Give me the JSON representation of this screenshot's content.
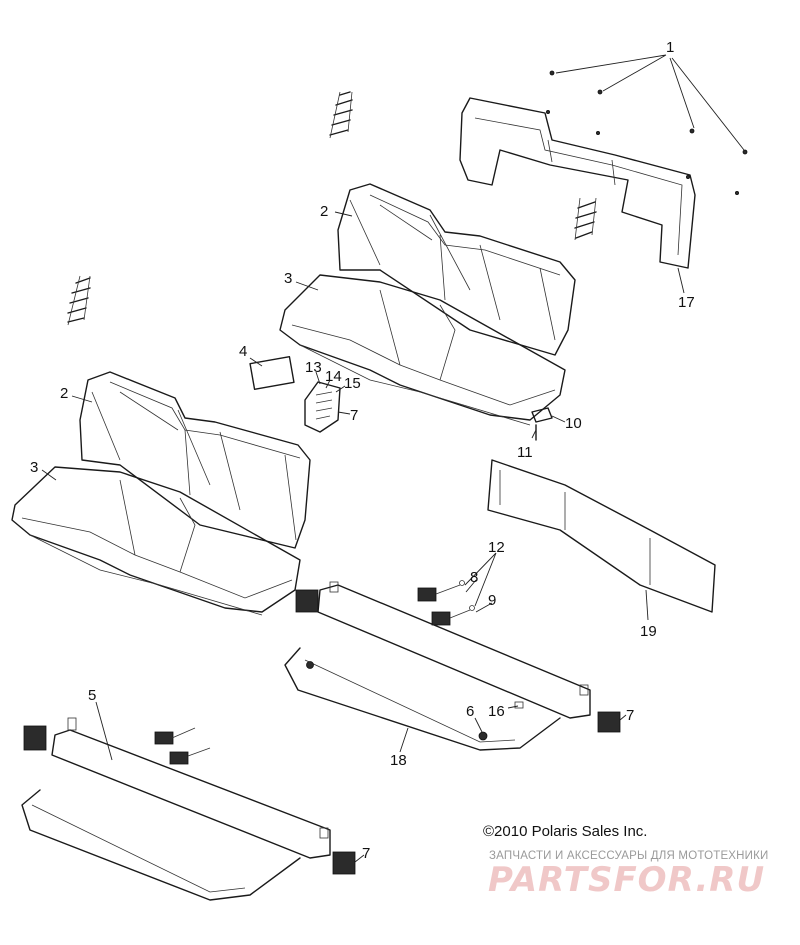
{
  "diagram": {
    "callouts": [
      "1",
      "2",
      "3",
      "2",
      "3",
      "4",
      "13",
      "14",
      "15",
      "7",
      "10",
      "11",
      "12",
      "8",
      "9",
      "17",
      "19",
      "5",
      "6",
      "16",
      "18",
      "7",
      "7"
    ],
    "copyright": "©2010 Polaris Sales Inc.",
    "watermark": {
      "tagline": "ЗАПЧАСТИ И АКСЕССУАРЫ ДЛЯ МОТОТЕХНИКИ",
      "logo": "PARTSFOR.RU"
    }
  }
}
